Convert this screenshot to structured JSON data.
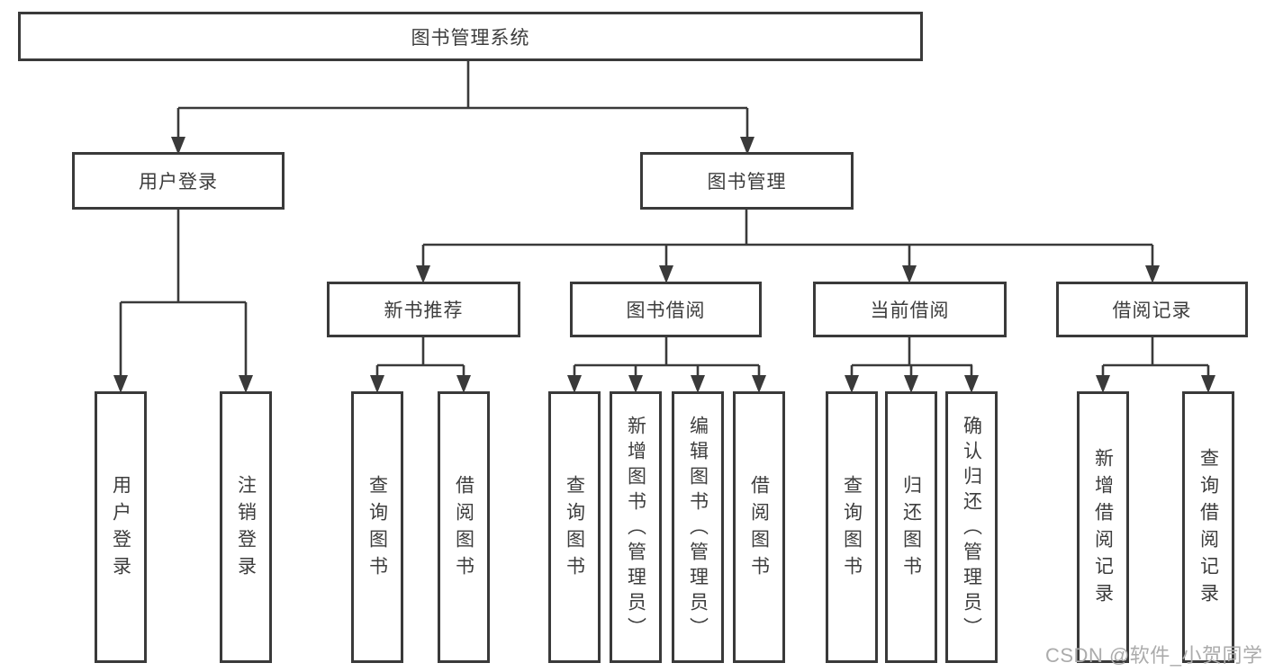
{
  "diagram": {
    "root": {
      "label": "图书管理系统"
    },
    "branches": [
      {
        "label": "用户登录"
      },
      {
        "label": "图书管理"
      }
    ],
    "modules": [
      {
        "label": "新书推荐"
      },
      {
        "label": "图书借阅"
      },
      {
        "label": "当前借阅"
      },
      {
        "label": "借阅记录"
      }
    ],
    "leaves": [
      {
        "label": "用户登录"
      },
      {
        "label": "注销登录"
      },
      {
        "label": "查询图书"
      },
      {
        "label": "借阅图书"
      },
      {
        "label": "查询图书"
      },
      {
        "label": "新增图书（管理员）"
      },
      {
        "label": "编辑图书（管理员）"
      },
      {
        "label": "借阅图书"
      },
      {
        "label": "查询图书"
      },
      {
        "label": "归还图书"
      },
      {
        "label": "确认归还（管理员）"
      },
      {
        "label": "新增借阅记录"
      },
      {
        "label": "查询借阅记录"
      }
    ]
  },
  "watermark": {
    "text": "CSDN @软件_小贺同学"
  },
  "colors": {
    "line": "#3a3a3a",
    "text": "#3d3d3d",
    "background": "#ffffff",
    "watermark": "#ababab"
  }
}
